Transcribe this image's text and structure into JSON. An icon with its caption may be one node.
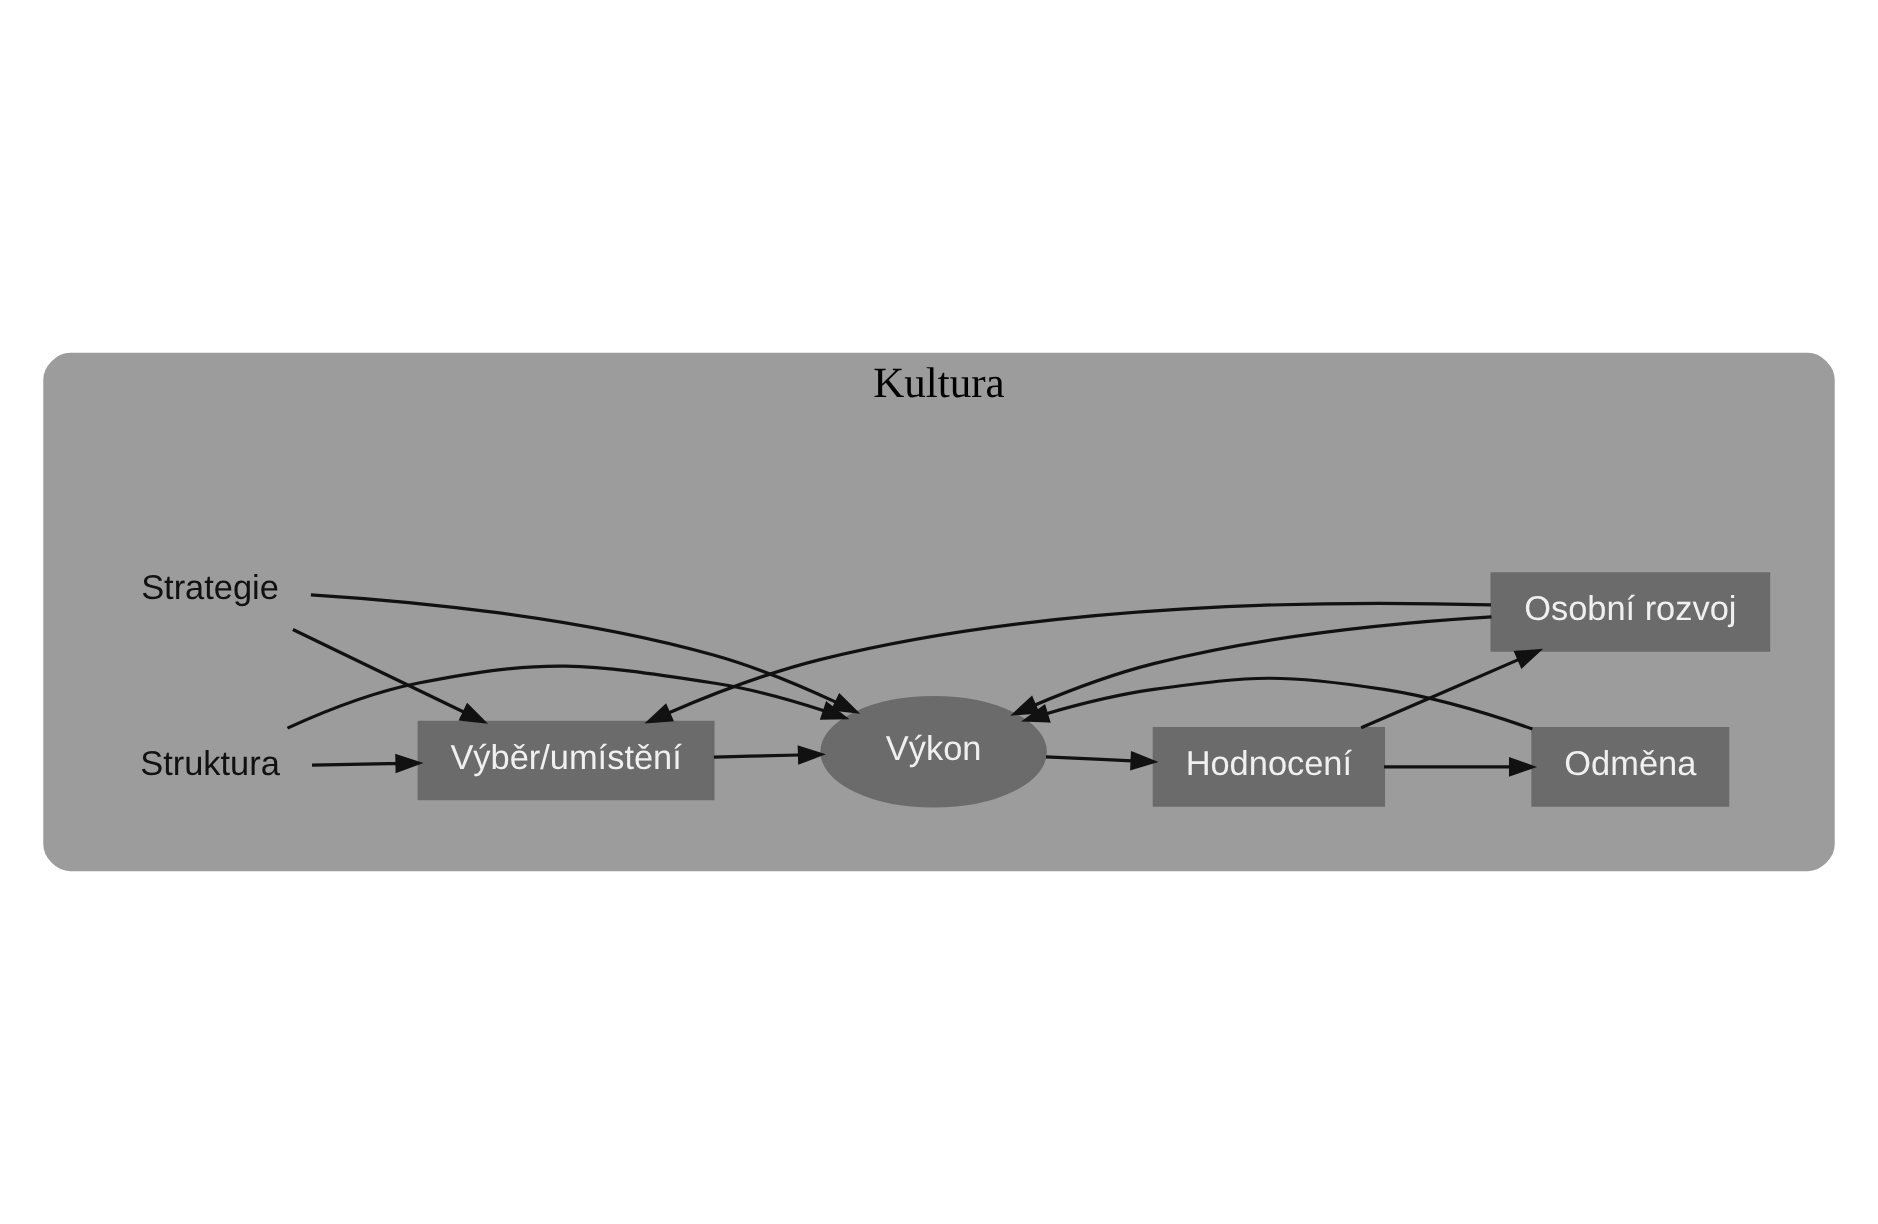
{
  "diagram": {
    "nodes": [
      {
        "text": [
          "Kultura"
        ]
      },
      {
        "text": [
          "Strategie"
        ],
        "in": 0
      },
      {
        "text": [
          "Výběr/umístění"
        ],
        "in": 0
      },
      {
        "text": [
          "Výkon"
        ],
        "in": 0
      },
      {
        "text": [
          "Hodnocení"
        ],
        "in": 0
      },
      {
        "text": [
          "Odměna"
        ],
        "in": 0
      },
      {
        "text": [
          "Osobní rozvoj"
        ],
        "in": 0
      },
      {
        "text": [
          "Struktura"
        ],
        "in": 0
      }
    ],
    "edges": [
      {
        "from": 1,
        "to": 2,
        "arrow": "to"
      },
      {
        "from": 1,
        "to": 3,
        "arrow": "to"
      },
      {
        "from": 2,
        "to": 3,
        "arrow": "to"
      },
      {
        "from": 3,
        "to": 4,
        "arrow": "to"
      },
      {
        "from": 4,
        "to": 5,
        "arrow": "to"
      },
      {
        "from": 4,
        "to": 6,
        "arrow": "to"
      },
      {
        "from": 5,
        "to": 3,
        "arrow": "to"
      },
      {
        "from": 6,
        "to": 3,
        "arrow": "to"
      },
      {
        "from": 6,
        "to": 2,
        "arrow": "to"
      },
      {
        "from": 7,
        "to": 2,
        "arrow": "to"
      },
      {
        "from": 7,
        "to": 3,
        "arrow": "to"
      }
    ]
  }
}
